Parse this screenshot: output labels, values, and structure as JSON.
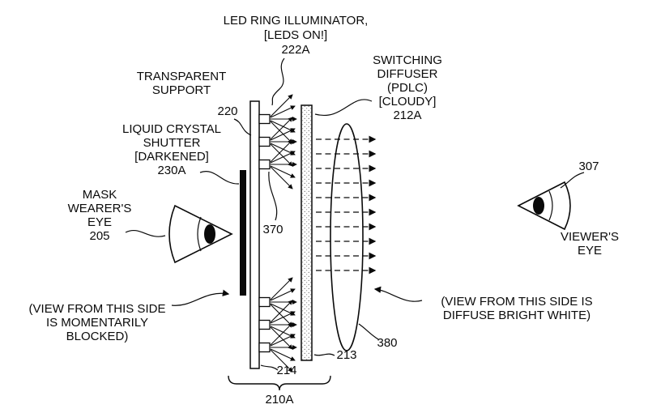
{
  "colors": {
    "background": "#ffffff",
    "ink": "#0a0a0a"
  },
  "labels": {
    "led_ring_illuminator": {
      "lines": [
        "LED RING ILLUMINATOR,",
        "[LEDS ON!]",
        "222A"
      ]
    },
    "transparent_support": {
      "lines": [
        "TRANSPARENT",
        "SUPPORT"
      ],
      "ref": "220"
    },
    "switching_diffuser": {
      "lines": [
        "SWITCHING",
        "DIFFUSER",
        "(PDLC)",
        "[CLOUDY]",
        "212A"
      ]
    },
    "liquid_crystal_shutter": {
      "lines": [
        "LIQUID CRYSTAL",
        "SHUTTER",
        "[DARKENED]",
        "230A"
      ]
    },
    "mask_wearers_eye": {
      "lines": [
        "MASK",
        "WEARER'S",
        "EYE",
        "205"
      ]
    },
    "viewers_eye": {
      "ref": "307",
      "lines": [
        "VIEWER'S",
        "EYE"
      ]
    },
    "view_blocked_note": {
      "lines": [
        "(VIEW FROM THIS SIDE",
        "IS MOMENTARILY",
        "BLOCKED)"
      ]
    },
    "view_bright_note": {
      "lines": [
        "(VIEW FROM THIS SIDE IS",
        "DIFFUSE BRIGHT WHITE)"
      ]
    },
    "ref_370": "370",
    "ref_380": "380",
    "ref_213": "213",
    "ref_214": "214",
    "ref_210a": "210A"
  }
}
